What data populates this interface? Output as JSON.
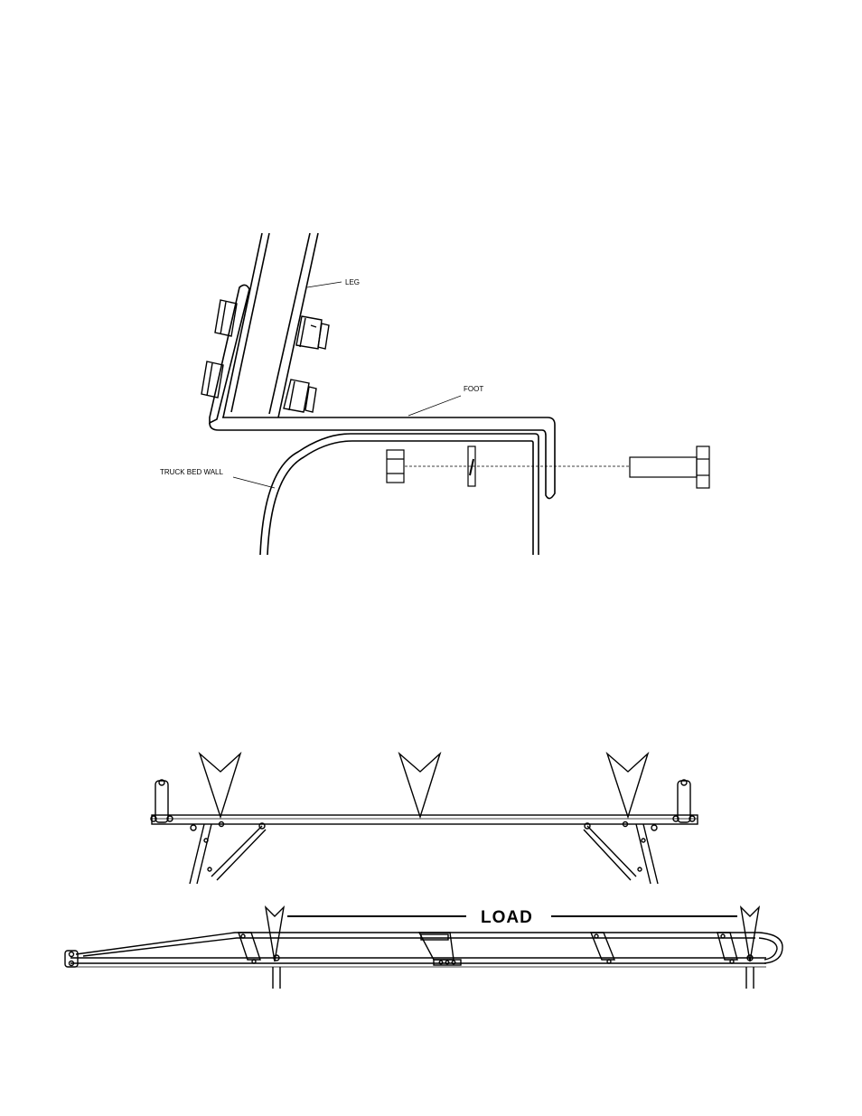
{
  "detail": {
    "labels": {
      "leg": "LEG",
      "foot": "FOOT",
      "truck_bed_wall": "TRUCK BED WALL"
    }
  },
  "load_diagram": {
    "load_label": "LOAD"
  }
}
